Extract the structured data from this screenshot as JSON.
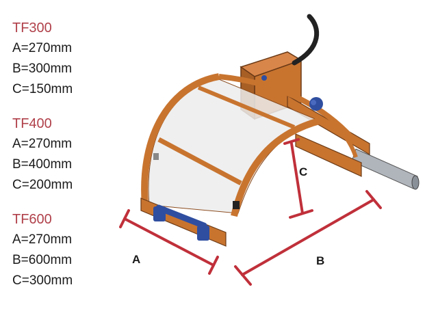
{
  "models": [
    {
      "name": "TF300",
      "specs": [
        "A=270mm",
        "B=300mm",
        "C=150mm"
      ]
    },
    {
      "name": "TF400",
      "specs": [
        "A=270mm",
        "B=400mm",
        "C=200mm"
      ]
    },
    {
      "name": "TF600",
      "specs": [
        "A=270mm",
        "B=600mm",
        "C=300mm"
      ]
    }
  ],
  "dimension_labels": {
    "a": "A",
    "b": "B",
    "c": "C"
  },
  "colors": {
    "model_name": "#b0404a",
    "text": "#1a1a1a",
    "frame_wood": "#c8742f",
    "frame_dark": "#8a4a1c",
    "panel": "#e8e8e8",
    "handle_blue": "#2f4ea0",
    "dimension_line": "#c0303a",
    "rod": "#9aa0a8"
  },
  "icons": [
    "guard-frame-illustration",
    "blue-knob-icon",
    "handle-icon"
  ]
}
